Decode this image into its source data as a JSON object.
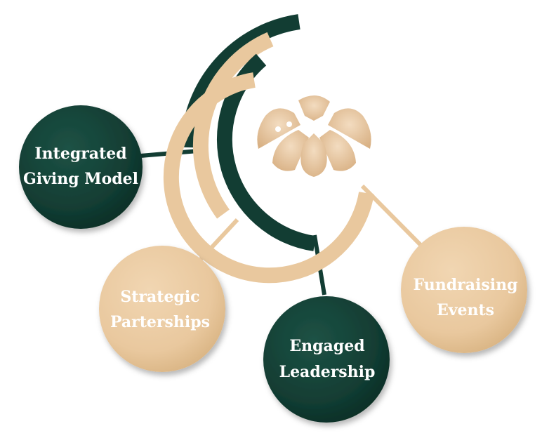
{
  "colors": {
    "dark_green": "#123d33",
    "tan": "#e9c89e",
    "text_on_dark": "#ffffff",
    "text_on_tan": "#ffffff"
  },
  "center_icon": "ladybug-icon",
  "nodes": [
    {
      "id": "integrated-giving-model",
      "lines": [
        "Integrated",
        "Giving Model"
      ],
      "color": "dark_green"
    },
    {
      "id": "strategic-partnerships",
      "lines": [
        "Strategic",
        "Parterships"
      ],
      "color": "tan"
    },
    {
      "id": "engaged-leadership",
      "lines": [
        "Engaged",
        "Leadership"
      ],
      "color": "dark_green"
    },
    {
      "id": "fundraising-events",
      "lines": [
        "Fundraising",
        "Events"
      ],
      "color": "tan"
    }
  ]
}
